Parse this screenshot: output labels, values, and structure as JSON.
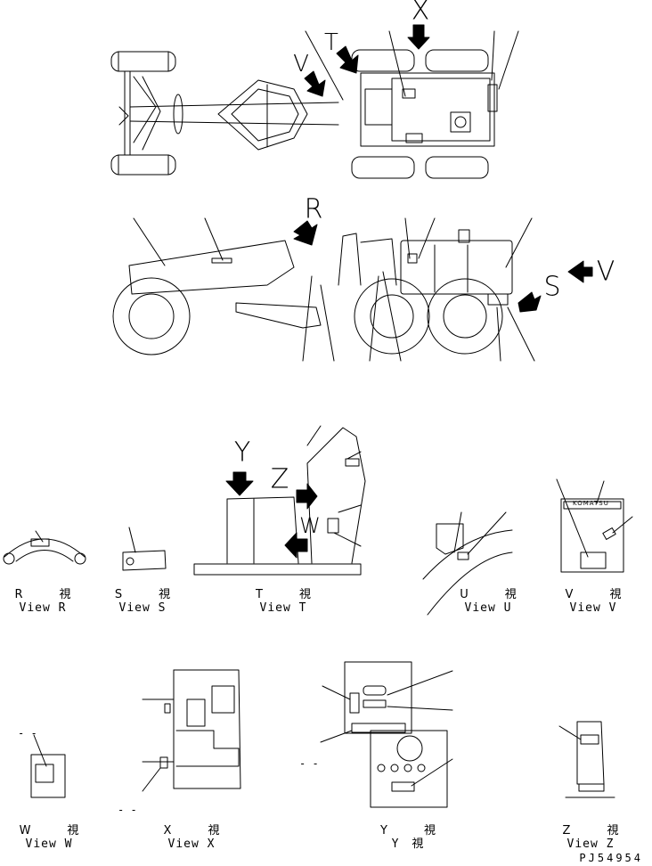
{
  "diagram": {
    "main_letters": {
      "x": "X",
      "t": "T",
      "v": "V",
      "r": "R",
      "s": "S",
      "v2": "V",
      "y": "Y",
      "z": "Z",
      "w": "W"
    },
    "brand_text": "KOMATSU",
    "views": [
      {
        "jp": "R　視",
        "en": "View R"
      },
      {
        "jp": "S　視",
        "en": "View S"
      },
      {
        "jp": "T　視",
        "en": "View T"
      },
      {
        "jp": "U　視",
        "en": "View U"
      },
      {
        "jp": "V　視",
        "en": "View V"
      },
      {
        "jp": "W　視",
        "en": "View W"
      },
      {
        "jp": "X　視",
        "en": "View X"
      },
      {
        "jp": "Y　視",
        "en": "Y　視"
      },
      {
        "jp": "Z　視",
        "en": "View Z"
      }
    ],
    "dash_marks": [
      "- -",
      "- -",
      "- -"
    ],
    "part_number": "PJ54954"
  }
}
